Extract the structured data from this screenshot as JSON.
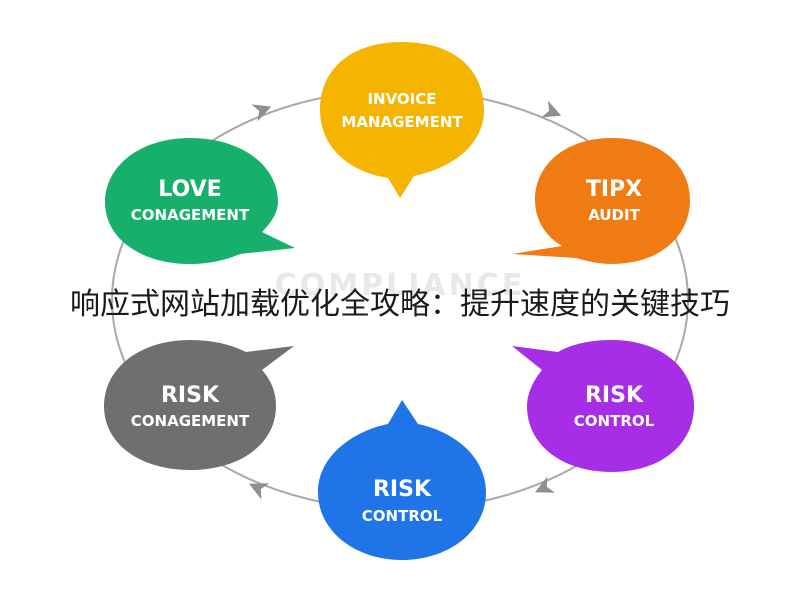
{
  "diagram": {
    "center_label": "COMPLIANCE",
    "colors": {
      "cycle_line": "#a9a9a9",
      "arrow": "#8f8f8f",
      "invoice": "#f5b400",
      "tipx": "#f07b12",
      "risk_control_right": "#a62ee6",
      "risk_control_bottom": "#1f74e8",
      "risk_conagement": "#6f6f6f",
      "love": "#17b06b"
    },
    "nodes": [
      {
        "id": "invoice",
        "line1": "INVOICE",
        "line2": "MANAGEMENT"
      },
      {
        "id": "tipx",
        "line1": "TIPX",
        "line2": "AUDIT"
      },
      {
        "id": "risk-control-right",
        "line1": "RISK",
        "line2": "CONTROL"
      },
      {
        "id": "risk-control-bottom",
        "line1": "RISK",
        "line2": "CONTROL"
      },
      {
        "id": "risk-conagement",
        "line1": "RISK",
        "line2": "CONAGEMENT"
      },
      {
        "id": "love",
        "line1": "LOVE",
        "line2": "CONAGEMENT"
      }
    ]
  },
  "overlay_title": "响应式网站加载优化全攻略：提升速度的关键技巧"
}
